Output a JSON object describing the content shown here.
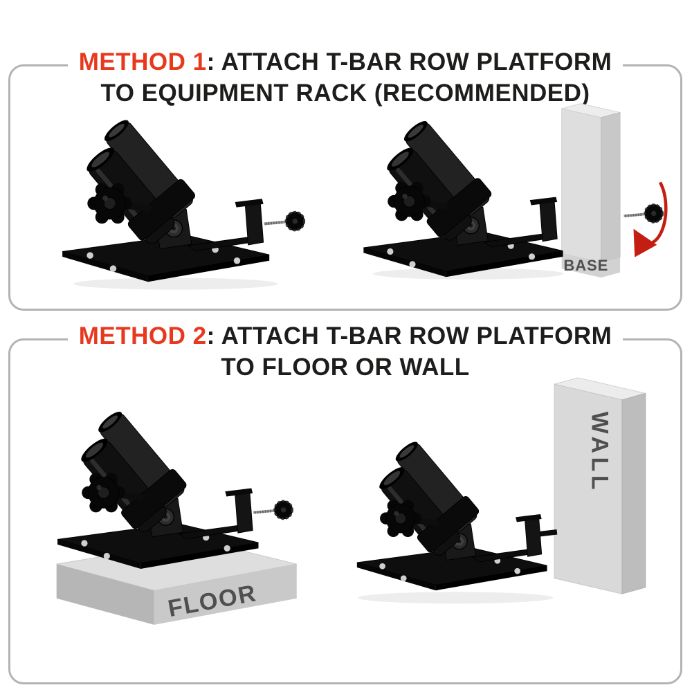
{
  "page": {
    "background": "#ffffff"
  },
  "colors": {
    "accent_red": "#e8391f",
    "title_text": "#1d1d1b",
    "panel_border": "#b3b3b3",
    "block_gray": "#d9d9d9",
    "block_label_gray": "#4f4f4f",
    "rotation_arrow_red": "#c41e12",
    "hardware_black": "#0e0e0e"
  },
  "method1": {
    "label": "METHOD 1",
    "title_rest": ": ATTACH T-BAR ROW PLATFORM",
    "title_line2": "TO EQUIPMENT RACK (RECOMMENDED)",
    "base_label": "BASE"
  },
  "method2": {
    "label": "METHOD 2",
    "title_rest": ": ATTACH T-BAR ROW PLATFORM",
    "title_line2": "TO FLOOR OR WALL",
    "floor_label": "FLOOR",
    "wall_label": "WALL"
  }
}
